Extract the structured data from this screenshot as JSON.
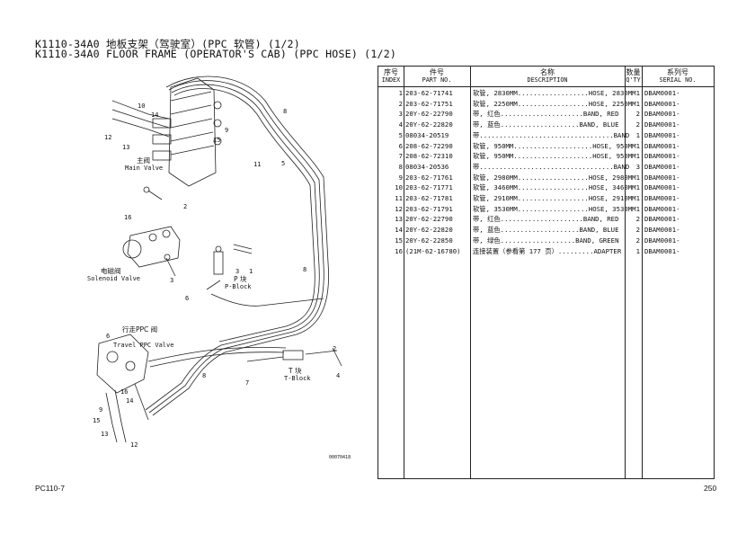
{
  "title": {
    "line1": "K1110-34A0 地板支架（驾驶室）(PPC 软管) (1/2)",
    "line2": "K1110-34A0 FLOOR FRAME (OPERATOR'S CAB) (PPC HOSE) (1/2)"
  },
  "diagram": {
    "labels": {
      "main_valve_cn": "主阀",
      "main_valve_en": "Main Valve",
      "solenoid_cn": "电磁阀",
      "solenoid_en": "Solenoid Valve",
      "pblock_cn": "P 块",
      "pblock_en": "P-Block",
      "travel_cn": "行走PPC 阀",
      "travel_en": "Travel PPC Valve",
      "tblock_cn": "T 块",
      "tblock_en": "T-Block",
      "drawing_no": "00070418"
    },
    "callouts": [
      "10",
      "14",
      "12",
      "13",
      "9",
      "15",
      "11",
      "8",
      "5",
      "2",
      "16",
      "1",
      "3",
      "6",
      "3",
      "1",
      "6",
      "8",
      "7",
      "4",
      "2",
      "9",
      "14",
      "16",
      "15",
      "13",
      "12",
      "8"
    ]
  },
  "table": {
    "headers": {
      "index_cn": "序号",
      "index_en": "INDEX",
      "part_cn": "件号",
      "part_en": "PART NO.",
      "desc_cn": "名称",
      "desc_en": "DESCRIPTION",
      "qty_cn": "数量",
      "qty_en": "Q'TY",
      "serial_cn": "系列号",
      "serial_en": "SERIAL NO."
    },
    "rows": [
      {
        "idx": "1",
        "part": "203-62-71741",
        "desc": "软管, 2830MM..................HOSE, 2830MM",
        "qty": "1",
        "serial": "DBAM0001-"
      },
      {
        "idx": "2",
        "part": "203-62-71751",
        "desc": "软管, 2250MM..................HOSE, 2250MM",
        "qty": "1",
        "serial": "DBAM0001-"
      },
      {
        "idx": "3",
        "part": "20Y-62-22790",
        "desc": "带, 红色.....................BAND, RED",
        "qty": "2",
        "serial": "DBAM0001-"
      },
      {
        "idx": "4",
        "part": "20Y-62-22820",
        "desc": "带, 蓝色....................BAND, BLUE",
        "qty": "2",
        "serial": "DBAM0001-"
      },
      {
        "idx": "5",
        "part": "08034-20519",
        "desc": "带..................................BAND",
        "qty": "1",
        "serial": "DBAM0001-"
      },
      {
        "idx": "6",
        "part": "208-62-72290",
        "desc": "软管, 950MM....................HOSE, 950MM",
        "qty": "1",
        "serial": "DBAM0001-"
      },
      {
        "idx": "7",
        "part": "208-62-72310",
        "desc": "软管, 950MM....................HOSE, 950MM",
        "qty": "1",
        "serial": "DBAM0001-"
      },
      {
        "idx": "8",
        "part": "08034-20536",
        "desc": "带..................................BAND",
        "qty": "3",
        "serial": "DBAM0001-"
      },
      {
        "idx": "9",
        "part": "203-62-71761",
        "desc": "软管, 2980MM..................HOSE, 2980MM",
        "qty": "1",
        "serial": "DBAM0001-"
      },
      {
        "idx": "10",
        "part": "203-62-71771",
        "desc": "软管, 3460MM..................HOSE, 3460MM",
        "qty": "1",
        "serial": "DBAM0001-"
      },
      {
        "idx": "11",
        "part": "203-62-71781",
        "desc": "软管, 2910MM..................HOSE, 2910MM",
        "qty": "1",
        "serial": "DBAM0001-"
      },
      {
        "idx": "12",
        "part": "203-62-71791",
        "desc": "软管, 3530MM..................HOSE, 3530MM",
        "qty": "1",
        "serial": "DBAM0001-"
      },
      {
        "idx": "13",
        "part": "20Y-62-22790",
        "desc": "带, 红色.....................BAND, RED",
        "qty": "2",
        "serial": "DBAM0001-"
      },
      {
        "idx": "14",
        "part": "20Y-62-22820",
        "desc": "带, 蓝色....................BAND, BLUE",
        "qty": "2",
        "serial": "DBAM0001-"
      },
      {
        "idx": "15",
        "part": "20Y-62-22850",
        "desc": "带, 绿色...................BAND, GREEN",
        "qty": "2",
        "serial": "DBAM0001-"
      },
      {
        "idx": "16",
        "part": "(21M-62-16780)",
        "desc": "连接装置（参看第 177 页）.........ADAPTER",
        "qty": "1",
        "serial": "DBAM0001-"
      }
    ]
  },
  "footer": {
    "model": "PC110-7",
    "page": "250"
  }
}
